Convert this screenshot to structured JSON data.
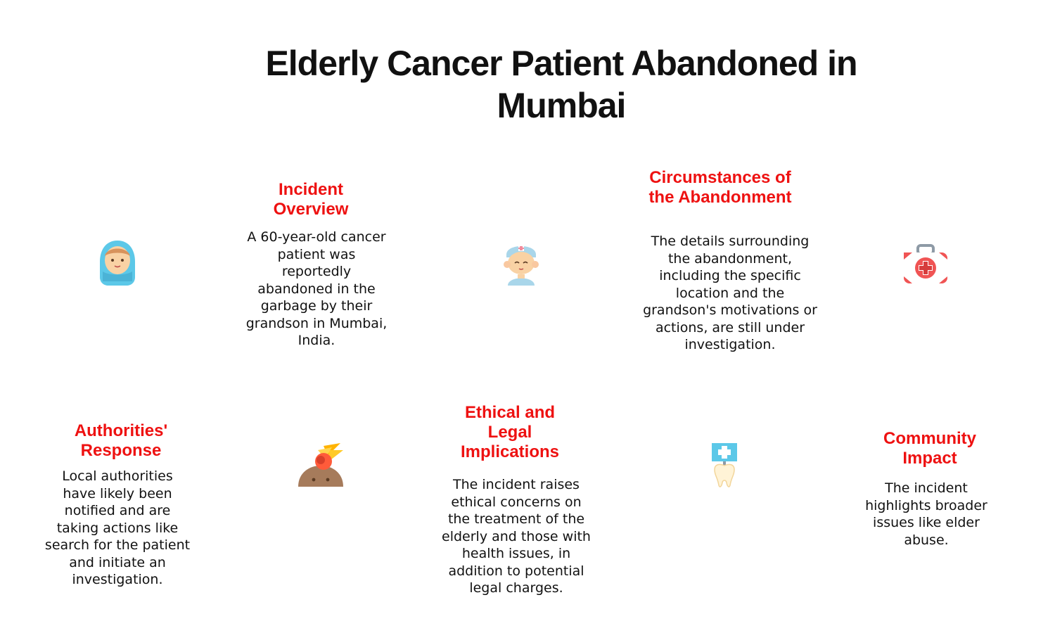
{
  "title": "Elderly Cancer Patient Abandoned in Mumbai",
  "colors": {
    "heading": "#ee1111",
    "text": "#111111",
    "background": "#ffffff"
  },
  "nodes": [
    {
      "heading": "Incident Overview",
      "body": "A 60-year-old cancer patient was reportedly abandoned in the garbage by their grandson in Mumbai, India.",
      "icon": "baby-icon"
    },
    {
      "heading": "Circumstances of the Abandonment",
      "body": "The details surrounding the abandonment, including the specific location and the grandson's motivations or actions, are still under investigation.",
      "icon": "nurse-icon"
    },
    {
      "heading": "Authorities' Response",
      "body": "Local authorities have likely been notified and are taking actions like search for the patient and initiate an investigation.",
      "icon": "first-aid-kit-icon"
    },
    {
      "heading": "Ethical and Legal Implications",
      "body": "The incident raises ethical concerns on the treatment of the elderly and those with health issues, in addition to potential legal charges.",
      "icon": "meteor-icon"
    },
    {
      "heading": "Community Impact",
      "body": "The incident highlights broader issues like elder abuse.",
      "icon": "tooth-sign-icon"
    }
  ]
}
